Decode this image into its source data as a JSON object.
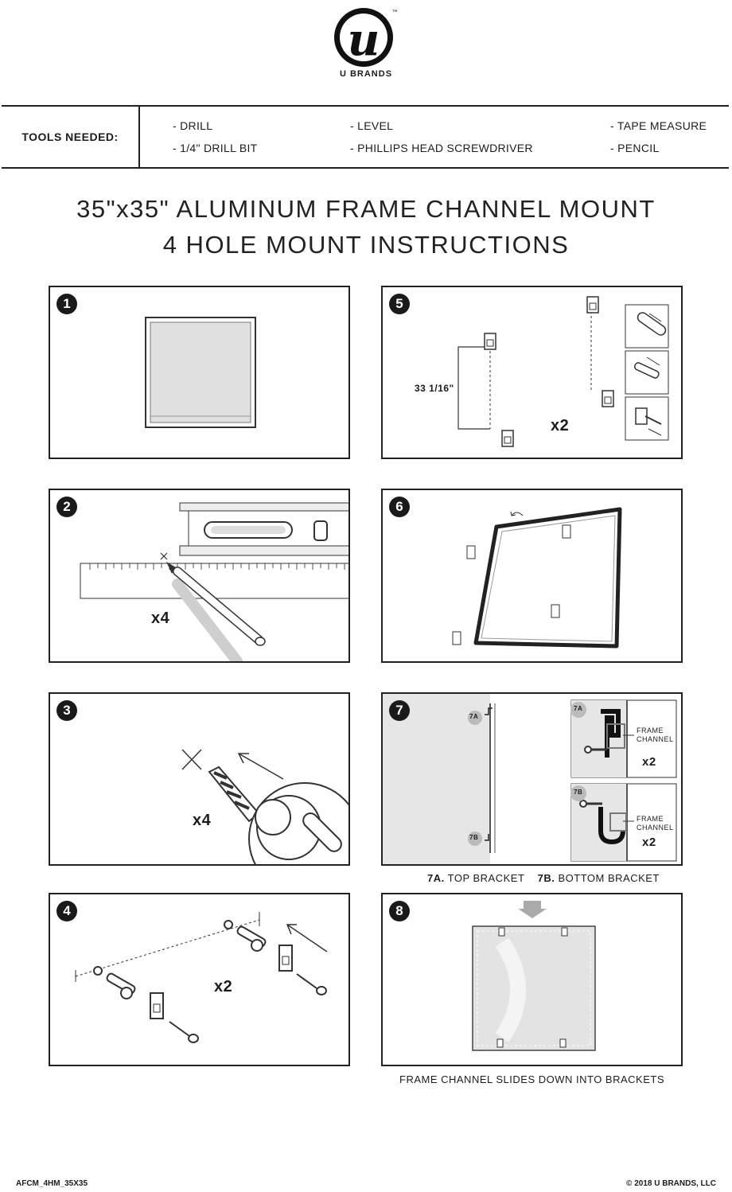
{
  "brand": {
    "logo_letter": "u",
    "trademark": "™",
    "name": "U BRANDS"
  },
  "tools": {
    "label": "TOOLS NEEDED:",
    "items": [
      "- DRILL",
      "- 1/4\" DRILL BIT",
      "- LEVEL",
      "- PHILLIPS HEAD SCREWDRIVER",
      "- TAPE MEASURE",
      "- PENCIL"
    ]
  },
  "title": {
    "line1": "35\"x35\" ALUMINUM FRAME CHANNEL MOUNT",
    "line2": "4 HOLE MOUNT INSTRUCTIONS"
  },
  "steps": [
    {
      "number": "1"
    },
    {
      "number": "2",
      "multiplier": "x4"
    },
    {
      "number": "3",
      "multiplier": "x4"
    },
    {
      "number": "4",
      "multiplier": "x2"
    },
    {
      "number": "5",
      "measurement": "33 1/16\"",
      "multiplier": "x2"
    },
    {
      "number": "6"
    },
    {
      "number": "7",
      "tag_a": "7A",
      "tag_b": "7B",
      "frame_channel_label_line1": "FRAME",
      "frame_channel_label_line2": "CHANNEL",
      "multiplier_a": "x2",
      "multiplier_b": "x2"
    },
    {
      "number": "8"
    }
  ],
  "captions": {
    "step7_a_code": "7A.",
    "step7_a_text": "TOP BRACKET",
    "step7_b_code": "7B.",
    "step7_b_text": "BOTTOM BRACKET",
    "step8": "FRAME CHANNEL SLIDES DOWN INTO BRACKETS"
  },
  "footer": {
    "left": "AFCM_4HM_35X35",
    "right": "© 2018 U BRANDS, LLC"
  }
}
